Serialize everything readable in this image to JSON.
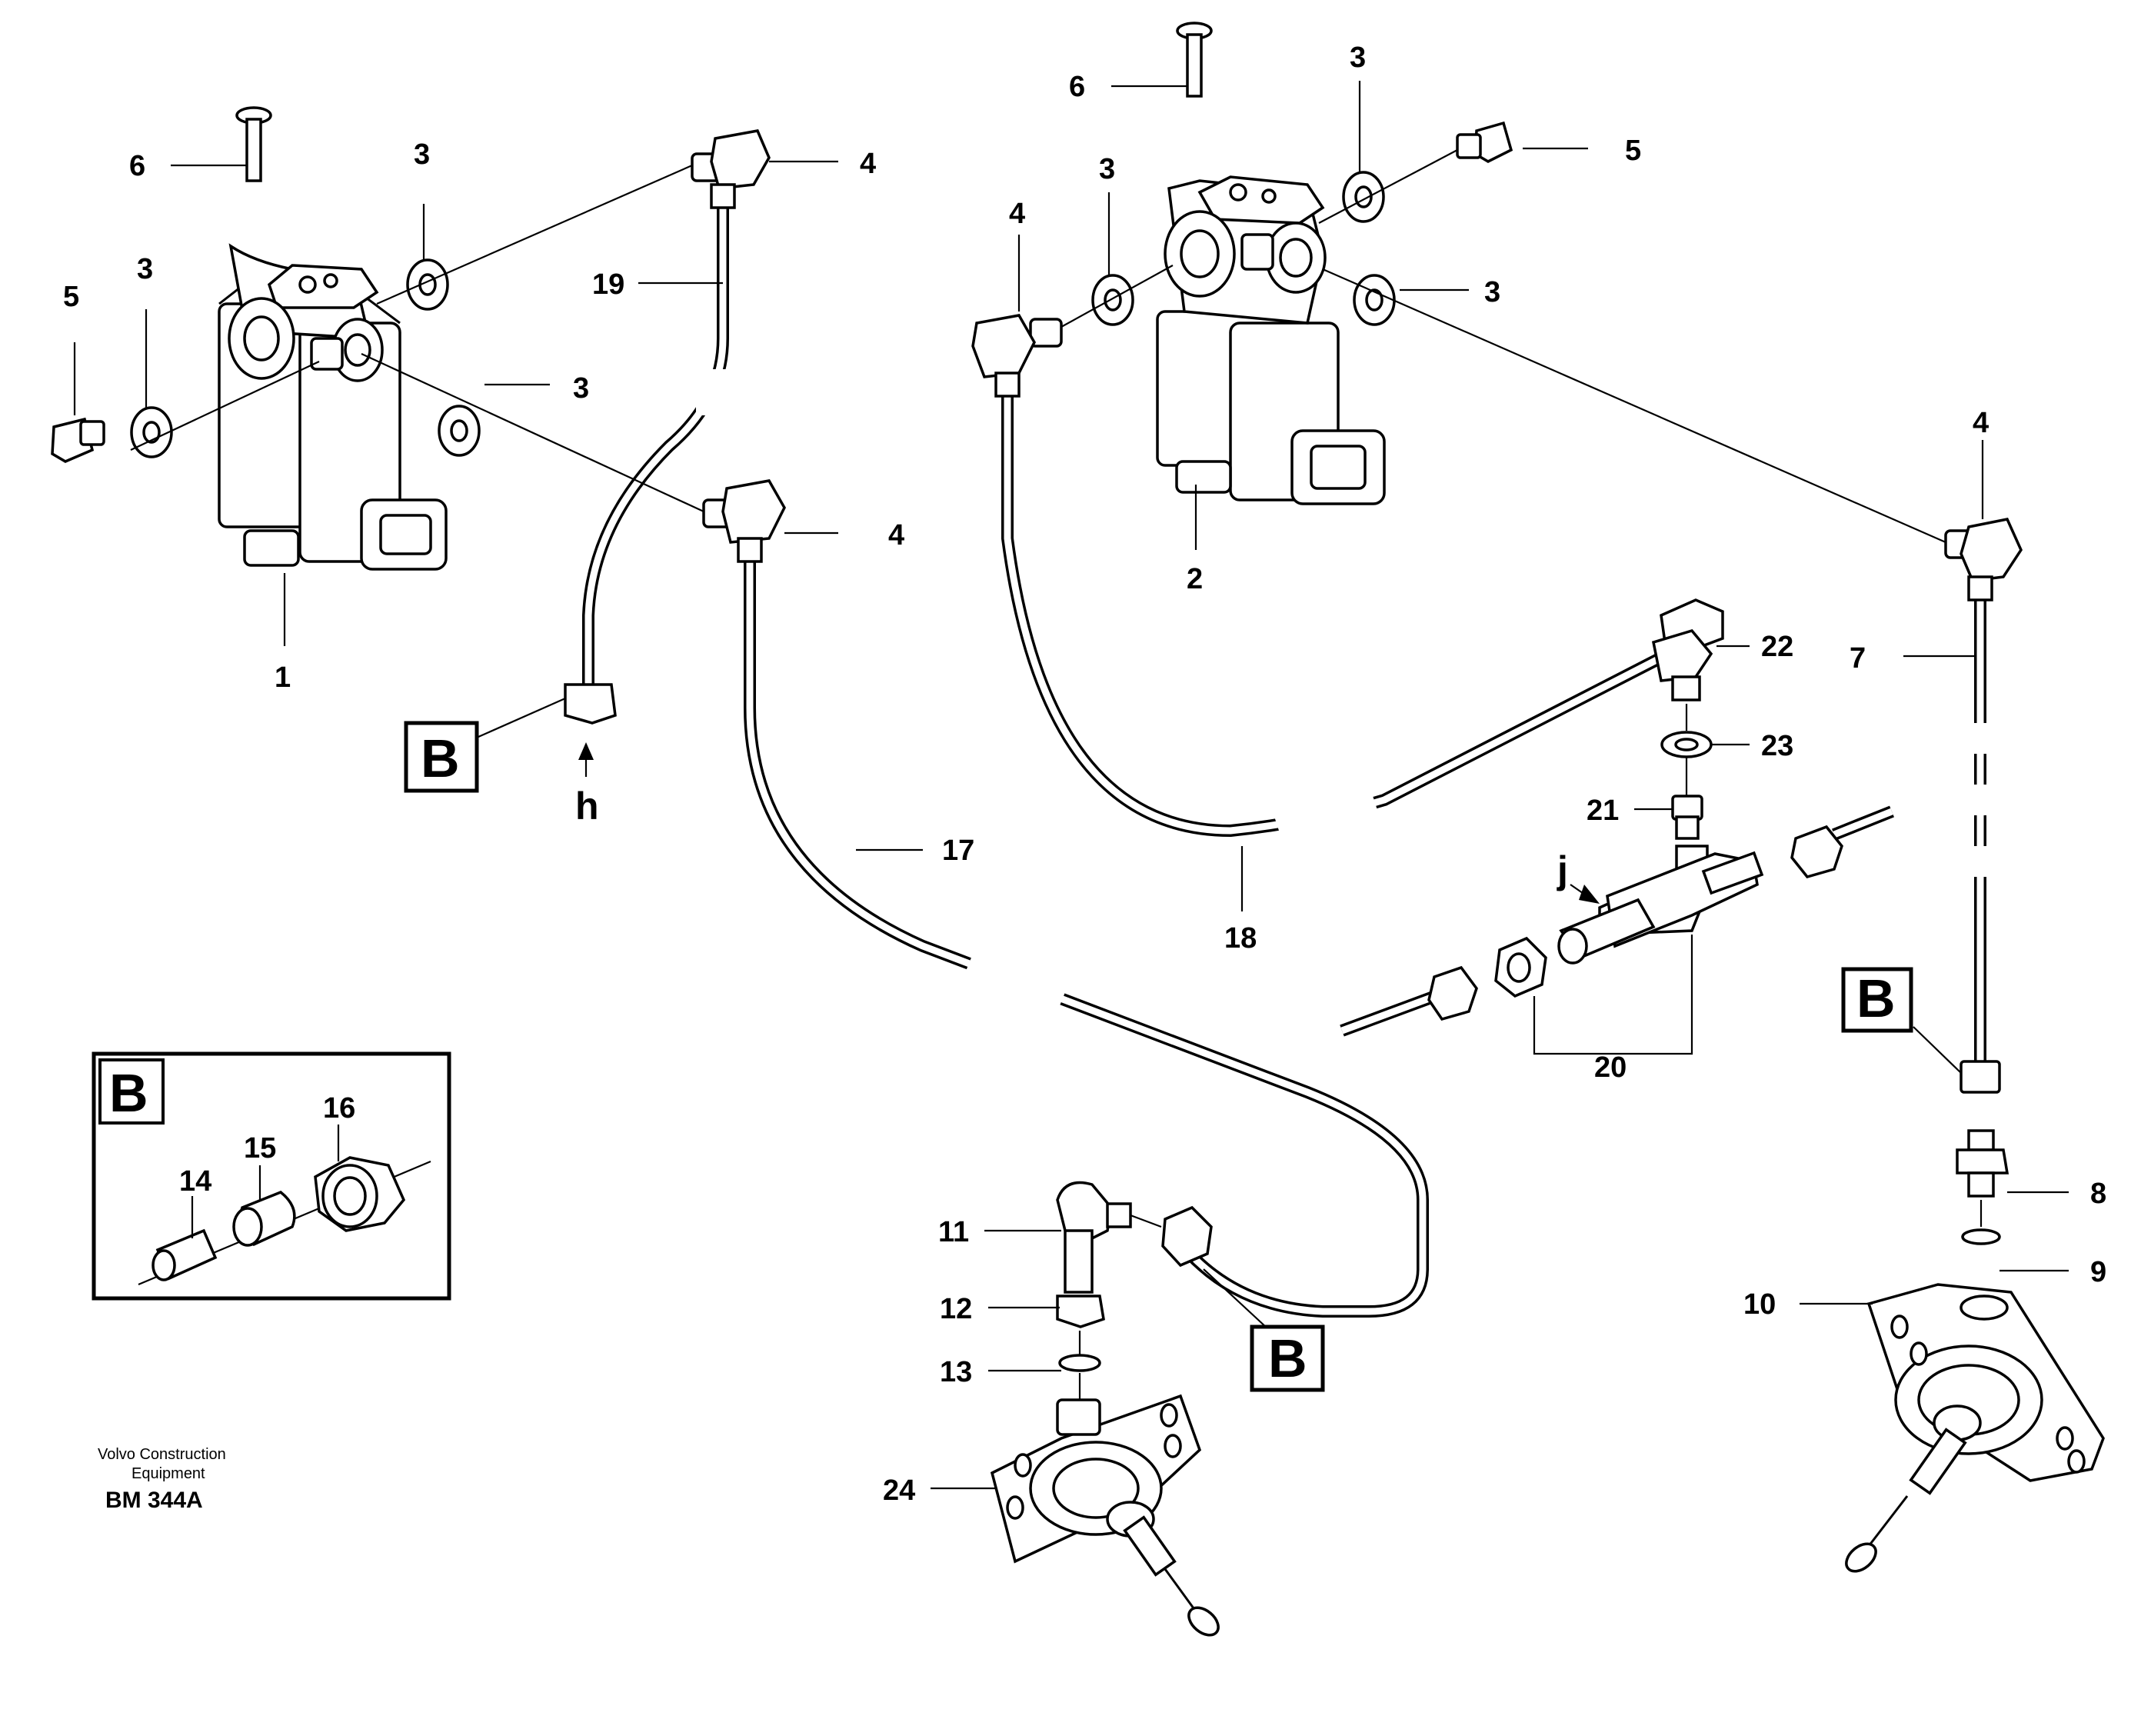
{
  "labels": {
    "p1": "1",
    "p2": "2",
    "p3": "3",
    "p4": "4",
    "p5": "5",
    "p6": "6",
    "p7": "7",
    "p8": "8",
    "p9": "9",
    "p10": "10",
    "p11": "11",
    "p12": "12",
    "p13": "13",
    "p14": "14",
    "p15": "15",
    "p16": "16",
    "p17": "17",
    "p18": "18",
    "p19": "19",
    "p20": "20",
    "p21": "21",
    "p22": "22",
    "p23": "23",
    "p24": "24"
  },
  "detail_letter": "B",
  "marker_h": "h",
  "marker_j": "j",
  "footer": {
    "company_line1": "Volvo Construction",
    "company_line2": "Equipment",
    "code": "BM 344A"
  }
}
